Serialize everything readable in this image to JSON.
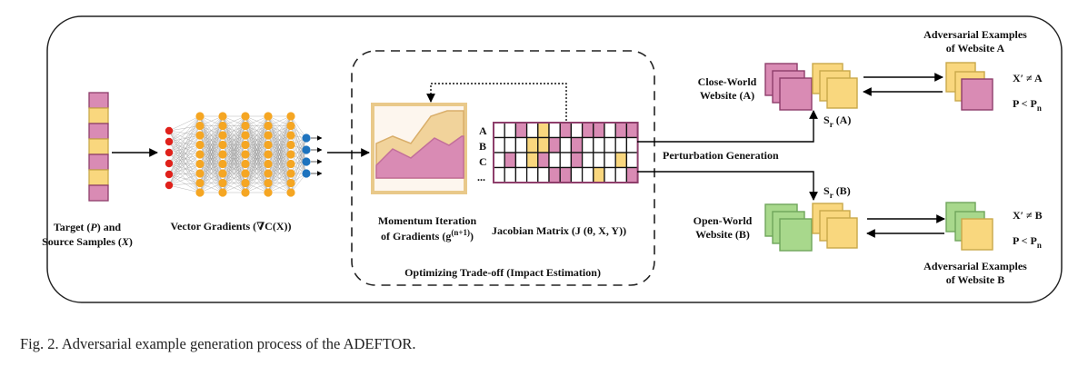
{
  "colors": {
    "pink": "#D98BB4",
    "pink_dark": "#C26E9A",
    "pink_border": "#8E3E6B",
    "yellow": "#F9D77E",
    "yellow_border": "#C9A94A",
    "green": "#A8D88C",
    "green_border": "#6FA55B",
    "neuron_red": "#E0211B",
    "neuron_orange": "#F5A623",
    "neuron_blue": "#1E73BE"
  },
  "labels": {
    "target_line1_a": "Target (",
    "target_p": "P",
    "target_line1_b": ") and",
    "target_line2_a": "Source Samples (",
    "target_x": "X",
    "target_line2_b": ")",
    "vector_gradients": "Vector Gradients (∇C(X))",
    "momentum_line1": "Momentum Iteration",
    "momentum_line2_a": "of Gradients (g",
    "momentum_sup": "(n+1)",
    "momentum_line2_b": ")",
    "jacobian": "Jacobian Matrix (J (θ, X, Y))",
    "optimizing": "Optimizing Trade-off (Impact Estimation)",
    "row_labels": [
      "A",
      "B",
      "C",
      "..."
    ],
    "perturbation": "Perturbation Generation",
    "close_world_1": "Close-World",
    "close_world_2": "Website (A)",
    "open_world_1": "Open-World",
    "open_world_2": "Website (B)",
    "sr": "S",
    "sr_sub": "r",
    "sr_a": " (A)",
    "sr_b": " (B)",
    "adv_a_1": "Adversarial Examples",
    "adv_a_2": "of Website A",
    "adv_b_1": "Adversarial Examples",
    "adv_b_2": "of Website B",
    "xa": "X′ ≠ A",
    "xb": "X′ ≠ B",
    "p_lt": "P < P",
    "p_sub": "n"
  },
  "caption": "Fig. 2.  Adversarial example generation process of the ADEFTOR.",
  "matrix": {
    "rows": [
      [
        "w",
        "w",
        "p",
        "w",
        "y",
        "w",
        "p",
        "w",
        "p",
        "p",
        "w",
        "p",
        "p"
      ],
      [
        "w",
        "w",
        "w",
        "y",
        "y",
        "p",
        "w",
        "p",
        "w",
        "w",
        "w",
        "w",
        "w"
      ],
      [
        "w",
        "p",
        "w",
        "y",
        "p",
        "w",
        "w",
        "p",
        "w",
        "w",
        "w",
        "y",
        "w"
      ],
      [
        "w",
        "w",
        "w",
        "w",
        "w",
        "p",
        "p",
        "w",
        "w",
        "y",
        "w",
        "w",
        "p"
      ]
    ]
  },
  "vector_cells": [
    "p",
    "y",
    "p",
    "y",
    "p",
    "y",
    "p"
  ]
}
